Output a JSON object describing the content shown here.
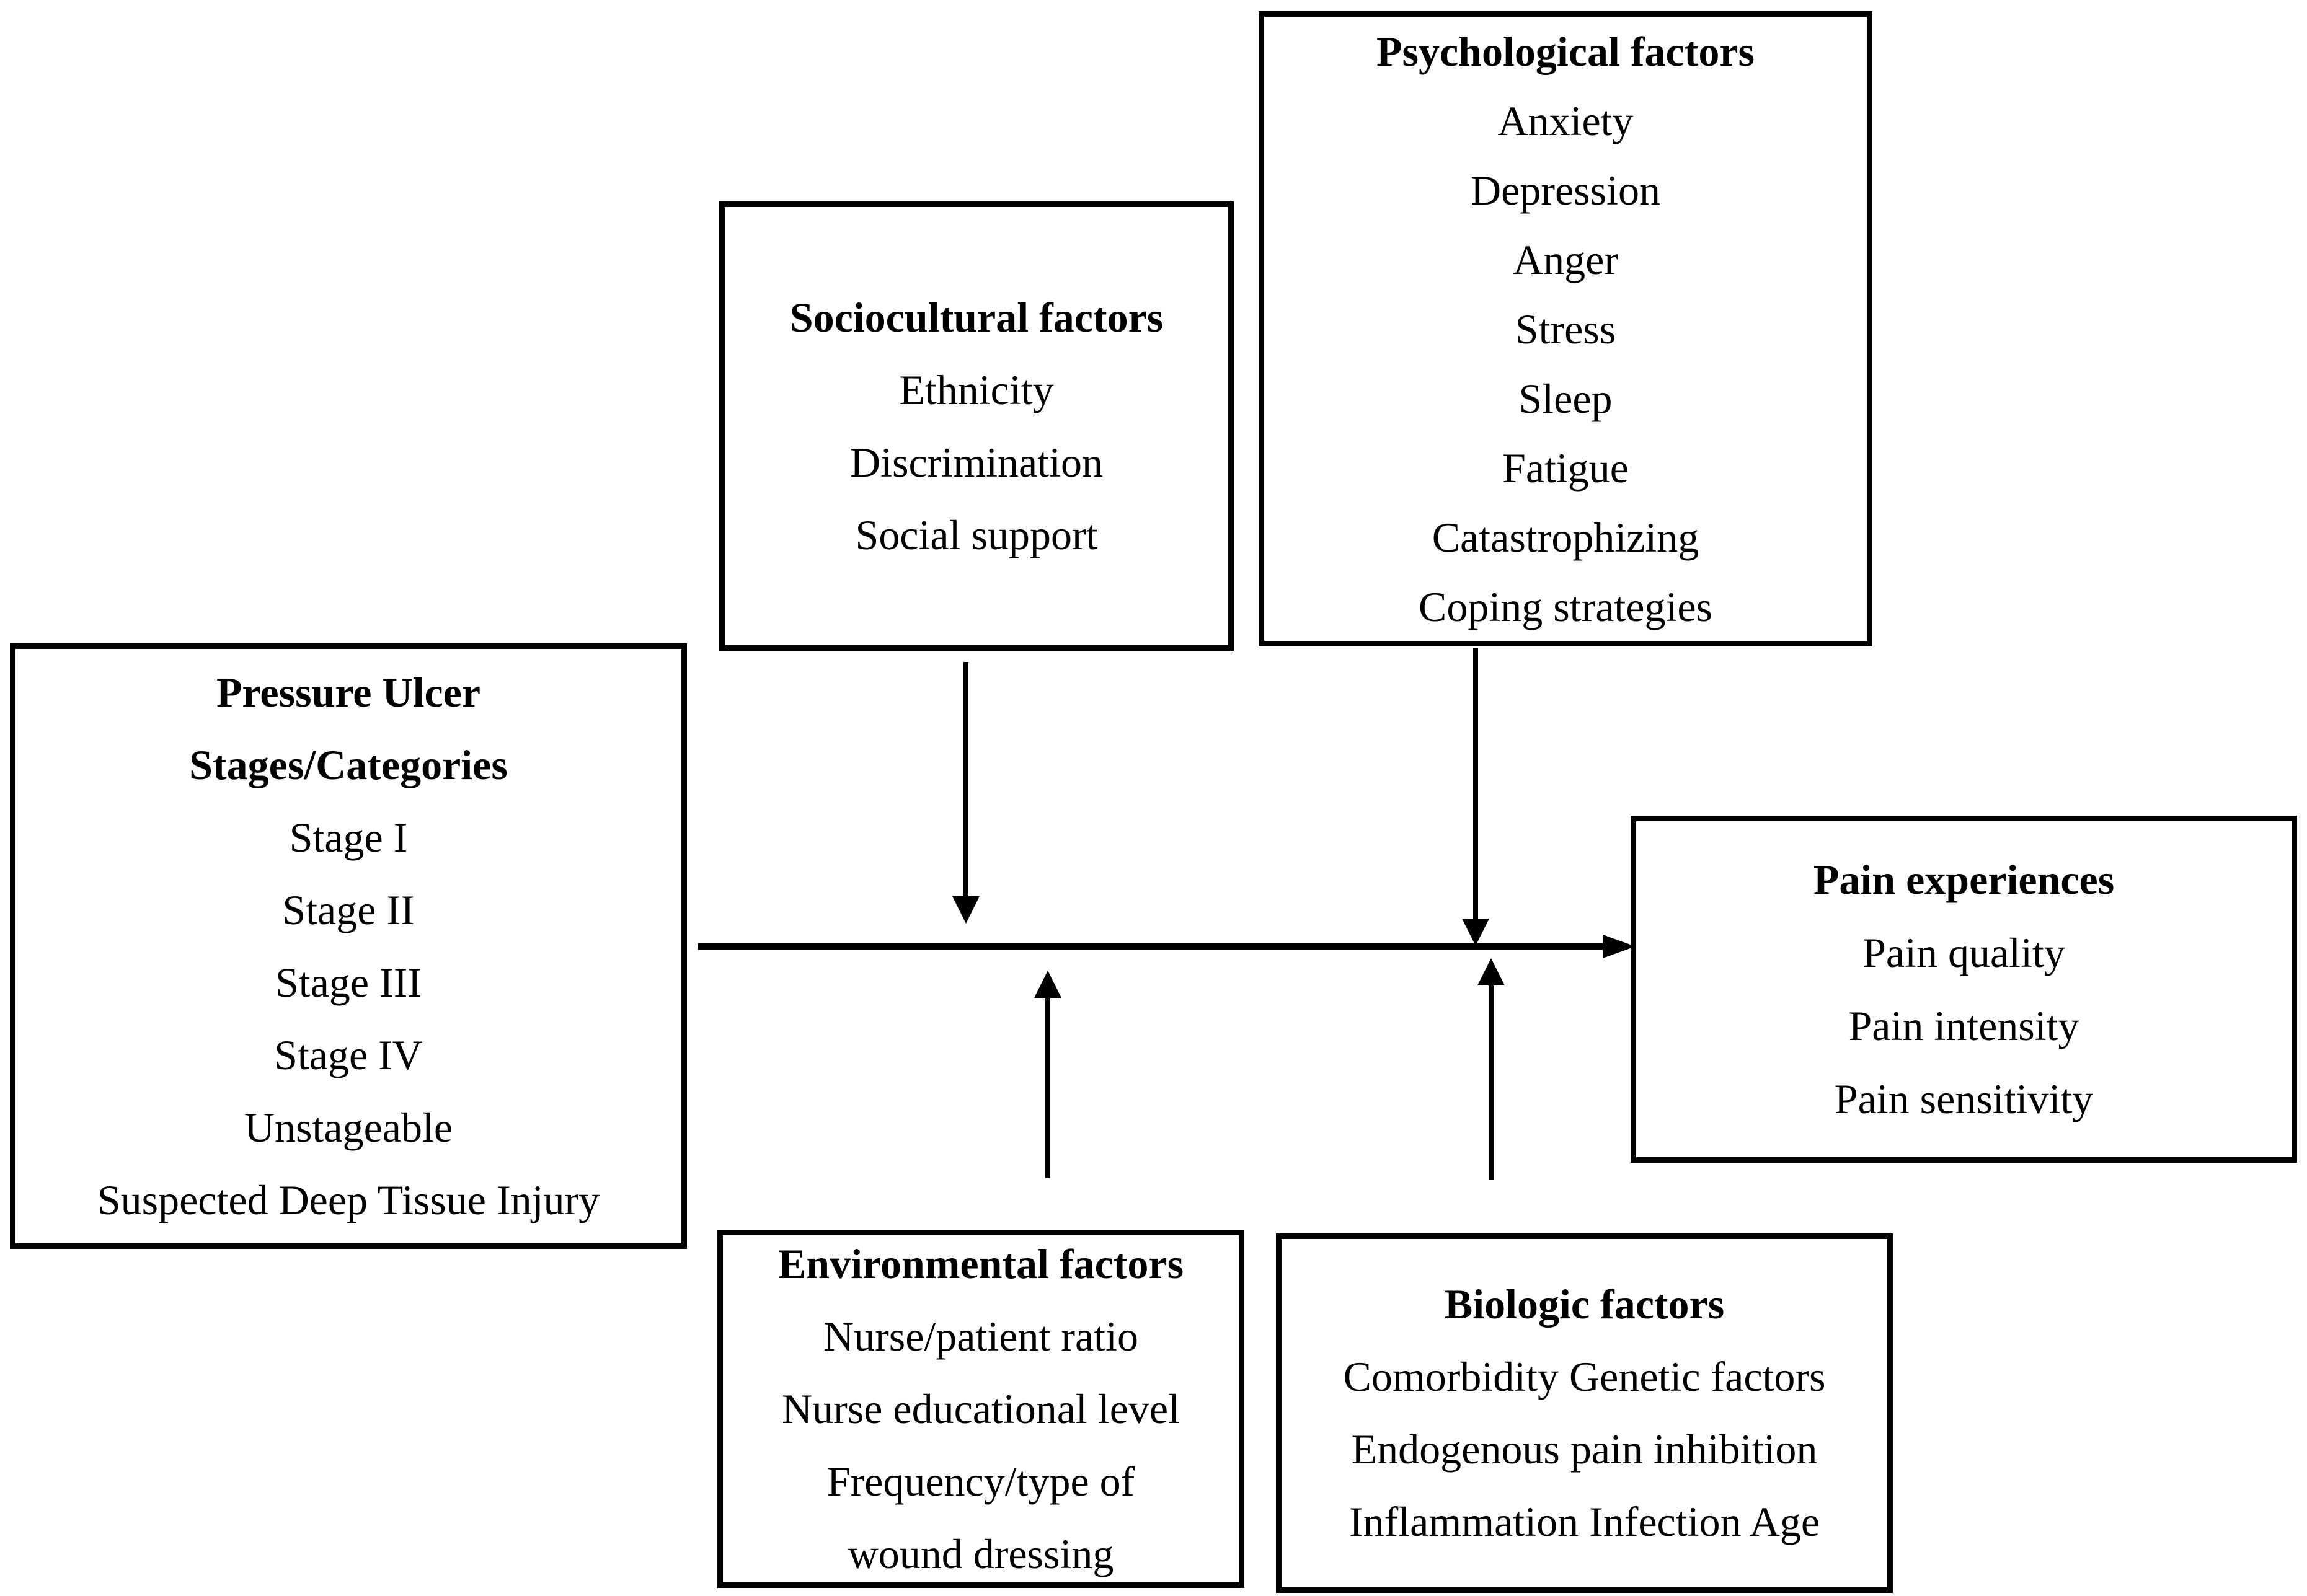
{
  "figure": {
    "background_color": "#ffffff",
    "line_color": "#000000",
    "text_color": "#000000"
  },
  "boxes": {
    "psychological": {
      "title": "Psychological factors",
      "items": [
        "Anxiety",
        "Depression",
        "Anger",
        "Stress",
        "Sleep",
        "Fatigue",
        "Catastrophizing",
        "Coping strategies"
      ]
    },
    "sociocultural": {
      "title": "Sociocultural factors",
      "items": [
        "Ethnicity",
        "Discrimination",
        "Social support"
      ]
    },
    "pressure_ulcer": {
      "title_line1": "Pressure Ulcer",
      "title_line2": "Stages/Categories",
      "items": [
        "Stage I",
        "Stage II",
        "Stage III",
        "Stage IV",
        "Unstageable",
        "Suspected Deep Tissue Injury"
      ]
    },
    "pain_experiences": {
      "title": "Pain experiences",
      "items": [
        "Pain quality",
        "Pain intensity",
        "Pain sensitivity"
      ]
    },
    "environmental": {
      "title": "Environmental factors",
      "items": [
        "Nurse/patient ratio",
        "Nurse educational level",
        "Frequency/type of",
        "wound dressing"
      ]
    },
    "biologic": {
      "title": "Biologic factors",
      "items": [
        "Comorbidity Genetic factors",
        "Endogenous pain inhibition",
        "Inflammation Infection Age"
      ]
    }
  }
}
